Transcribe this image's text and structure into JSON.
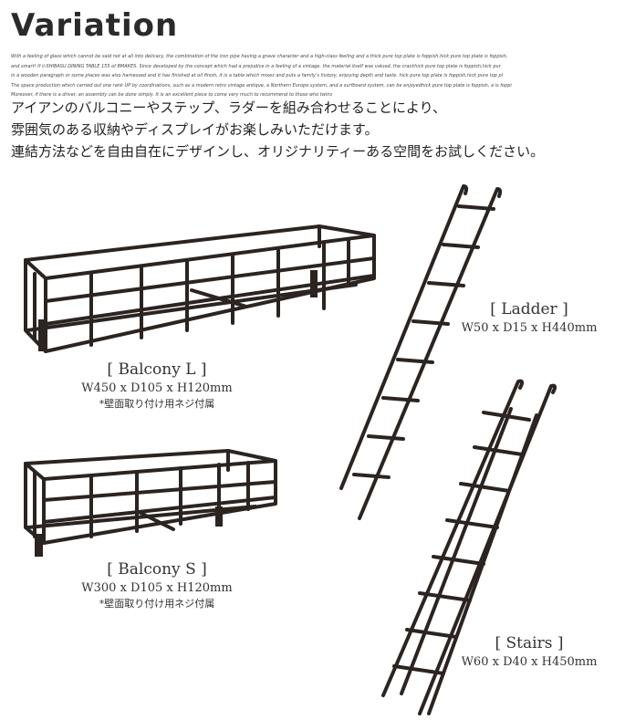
{
  "header": {
    "title": "Variation",
    "script_lines": [
      "With a feeling of glass which cannot be said not at all into delicacy, the combination of the iron pipe having a grave character and a high-class feeling and a thick pure top plate is foppish,hick pure top plate is foppish,",
      "and smart! If ii-SHIBASU DINING TABLE 155 of BMAKES. Since developed by the concept which had a prejudice in a feeling of a vintage, the material itself was valued, the crackhick pure top plate is foppish,hick pur",
      "in a wooden paragraph or some places was also harnessed and it has finished at oil finish, it is a table which mixes and puts a family's history, enjoying depth and taste. hick pure top plate is foppish,hick pure top pl",
      "The space production which carried out one rank UP by coordinations, such as a modern retro vintage antique, a Northern Europe system, and a surfboard system, can be enjoyedhick pure top plate is foppish, a is foppi",
      "Moreover, if there is a driver, an assembly can be done simply. It is an excellent piece to come very much to recommend to those who twins"
    ]
  },
  "intro": [
    "アイアンのバルコニーやステップ、ラダーを組み合わせることにより、",
    "雰囲気のある収納やディスプレイがお楽しみいただけます。",
    "連結方法などを自由自在にデザインし、オリジナリティーある空間をお試しください。"
  ],
  "products": {
    "balcony_l": {
      "name": "[ Balcony L ]",
      "dims": "W450 x D105 x H120mm",
      "note": "*壁面取り付け用ネジ付属"
    },
    "balcony_s": {
      "name": "[ Balcony S ]",
      "dims": "W300 x D105 x H120mm",
      "note": "*壁面取り付け用ネジ付属"
    },
    "ladder": {
      "name": "[ Ladder ]",
      "dims": "W50 x D15 x H440mm"
    },
    "stairs": {
      "name": "[ Stairs ]",
      "dims": "W60 x D40 x H450mm"
    }
  },
  "colors": {
    "iron": "#2b2420",
    "text": "#333333"
  }
}
